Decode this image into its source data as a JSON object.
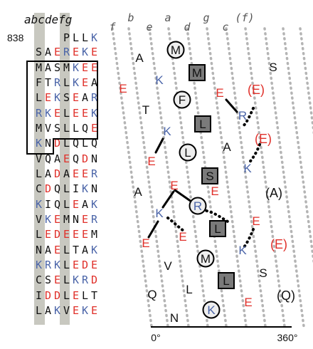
{
  "colors": {
    "red": "#e0302a",
    "blue": "#4a64a8",
    "black": "#111111",
    "band": "#c8c8c0",
    "dots": "#b4b4b4",
    "square_fill": "#7a7a7a",
    "circle_fill": "#eeeeee"
  },
  "sequence": {
    "heptad_header": "abcdefg",
    "start_number": "838",
    "rows": [
      [
        {
          "t": "P",
          "c": "k"
        },
        {
          "t": "L",
          "c": "k"
        },
        {
          "t": "L",
          "c": "k"
        },
        {
          "t": "K",
          "c": "b"
        }
      ],
      [
        {
          "t": "S",
          "c": "k"
        },
        {
          "t": "A",
          "c": "k"
        },
        {
          "t": "E",
          "c": "r"
        },
        {
          "t": "R",
          "c": "b"
        },
        {
          "t": "E",
          "c": "r"
        },
        {
          "t": "K",
          "c": "b"
        },
        {
          "t": "E",
          "c": "r"
        }
      ],
      [
        {
          "t": "M",
          "c": "k"
        },
        {
          "t": "A",
          "c": "k"
        },
        {
          "t": "S",
          "c": "k"
        },
        {
          "t": "M",
          "c": "k"
        },
        {
          "t": "K",
          "c": "b"
        },
        {
          "t": "E",
          "c": "r"
        },
        {
          "t": "E",
          "c": "r"
        }
      ],
      [
        {
          "t": "F",
          "c": "k"
        },
        {
          "t": "T",
          "c": "k"
        },
        {
          "t": "R",
          "c": "b"
        },
        {
          "t": "L",
          "c": "k"
        },
        {
          "t": "K",
          "c": "b"
        },
        {
          "t": "E",
          "c": "r"
        },
        {
          "t": "A",
          "c": "k"
        }
      ],
      [
        {
          "t": "L",
          "c": "k"
        },
        {
          "t": "E",
          "c": "r"
        },
        {
          "t": "K",
          "c": "b"
        },
        {
          "t": "S",
          "c": "k"
        },
        {
          "t": "E",
          "c": "r"
        },
        {
          "t": "A",
          "c": "k"
        },
        {
          "t": "R",
          "c": "b"
        }
      ],
      [
        {
          "t": "R",
          "c": "b"
        },
        {
          "t": "K",
          "c": "b"
        },
        {
          "t": "E",
          "c": "r"
        },
        {
          "t": "L",
          "c": "k"
        },
        {
          "t": "E",
          "c": "r"
        },
        {
          "t": "E",
          "c": "r"
        },
        {
          "t": "K",
          "c": "b"
        }
      ],
      [
        {
          "t": "M",
          "c": "k"
        },
        {
          "t": "V",
          "c": "k"
        },
        {
          "t": "S",
          "c": "k"
        },
        {
          "t": "L",
          "c": "k"
        },
        {
          "t": "L",
          "c": "k"
        },
        {
          "t": "Q",
          "c": "k"
        },
        {
          "t": "E",
          "c": "r"
        }
      ],
      [
        {
          "t": "K",
          "c": "b"
        },
        {
          "t": "N",
          "c": "k"
        },
        {
          "t": "D",
          "c": "r"
        },
        {
          "t": "L",
          "c": "k"
        },
        {
          "t": "Q",
          "c": "k"
        },
        {
          "t": "L",
          "c": "k"
        },
        {
          "t": "Q",
          "c": "k"
        }
      ],
      [
        {
          "t": "V",
          "c": "k"
        },
        {
          "t": "Q",
          "c": "k"
        },
        {
          "t": "A",
          "c": "k"
        },
        {
          "t": "E",
          "c": "r"
        },
        {
          "t": "Q",
          "c": "k"
        },
        {
          "t": "D",
          "c": "r"
        },
        {
          "t": "N",
          "c": "k"
        }
      ],
      [
        {
          "t": "L",
          "c": "k"
        },
        {
          "t": "A",
          "c": "k"
        },
        {
          "t": "D",
          "c": "r"
        },
        {
          "t": "A",
          "c": "k"
        },
        {
          "t": "E",
          "c": "r"
        },
        {
          "t": "E",
          "c": "r"
        },
        {
          "t": "R",
          "c": "b"
        }
      ],
      [
        {
          "t": "C",
          "c": "k"
        },
        {
          "t": "D",
          "c": "r"
        },
        {
          "t": "Q",
          "c": "k"
        },
        {
          "t": "L",
          "c": "k"
        },
        {
          "t": "I",
          "c": "k"
        },
        {
          "t": "K",
          "c": "b"
        },
        {
          "t": "N",
          "c": "k"
        }
      ],
      [
        {
          "t": "K",
          "c": "b"
        },
        {
          "t": "I",
          "c": "k"
        },
        {
          "t": "Q",
          "c": "k"
        },
        {
          "t": "L",
          "c": "k"
        },
        {
          "t": "E",
          "c": "r"
        },
        {
          "t": "A",
          "c": "k"
        },
        {
          "t": "K",
          "c": "b"
        }
      ],
      [
        {
          "t": "V",
          "c": "k"
        },
        {
          "t": "K",
          "c": "b"
        },
        {
          "t": "E",
          "c": "r"
        },
        {
          "t": "M",
          "c": "k"
        },
        {
          "t": "N",
          "c": "k"
        },
        {
          "t": "E",
          "c": "r"
        },
        {
          "t": "R",
          "c": "b"
        }
      ],
      [
        {
          "t": "L",
          "c": "k"
        },
        {
          "t": "E",
          "c": "r"
        },
        {
          "t": "D",
          "c": "r"
        },
        {
          "t": "E",
          "c": "r"
        },
        {
          "t": "E",
          "c": "r"
        },
        {
          "t": "E",
          "c": "r"
        },
        {
          "t": "M",
          "c": "k"
        }
      ],
      [
        {
          "t": "N",
          "c": "k"
        },
        {
          "t": "A",
          "c": "k"
        },
        {
          "t": "E",
          "c": "r"
        },
        {
          "t": "L",
          "c": "k"
        },
        {
          "t": "T",
          "c": "k"
        },
        {
          "t": "A",
          "c": "k"
        },
        {
          "t": "K",
          "c": "b"
        }
      ],
      [
        {
          "t": "K",
          "c": "b"
        },
        {
          "t": "R",
          "c": "b"
        },
        {
          "t": "K",
          "c": "b"
        },
        {
          "t": "L",
          "c": "k"
        },
        {
          "t": "E",
          "c": "r"
        },
        {
          "t": "D",
          "c": "r"
        },
        {
          "t": "E",
          "c": "r"
        }
      ],
      [
        {
          "t": "C",
          "c": "k"
        },
        {
          "t": "S",
          "c": "k"
        },
        {
          "t": "E",
          "c": "r"
        },
        {
          "t": "L",
          "c": "k"
        },
        {
          "t": "K",
          "c": "b"
        },
        {
          "t": "R",
          "c": "b"
        },
        {
          "t": "D",
          "c": "r"
        }
      ],
      [
        {
          "t": "I",
          "c": "k"
        },
        {
          "t": "D",
          "c": "r"
        },
        {
          "t": "D",
          "c": "r"
        },
        {
          "t": "L",
          "c": "k"
        },
        {
          "t": "E",
          "c": "r"
        },
        {
          "t": "L",
          "c": "k"
        },
        {
          "t": "T",
          "c": "k"
        }
      ],
      [
        {
          "t": "L",
          "c": "k"
        },
        {
          "t": "A",
          "c": "k"
        },
        {
          "t": "K",
          "c": "b"
        },
        {
          "t": "V",
          "c": "k"
        },
        {
          "t": "E",
          "c": "r"
        },
        {
          "t": "K",
          "c": "b"
        },
        {
          "t": "E",
          "c": "r"
        }
      ]
    ]
  },
  "net": {
    "positions": [
      "f",
      "b",
      "e",
      "a",
      "d",
      "g",
      "c",
      "(f)"
    ],
    "axis_start": "0°",
    "axis_end": "360°",
    "residues": [
      {
        "t": "A",
        "c": "k",
        "s": "plain"
      },
      {
        "t": "M",
        "c": "k",
        "s": "circle"
      },
      {
        "t": "S",
        "c": "k",
        "s": "plain"
      },
      {
        "t": "K",
        "c": "b",
        "s": "plain"
      },
      {
        "t": "M",
        "c": "k",
        "s": "square"
      },
      {
        "t": "E",
        "c": "r",
        "s": "plain"
      },
      {
        "t": "F",
        "c": "k",
        "s": "circle"
      },
      {
        "t": "E",
        "c": "r",
        "s": "plain"
      },
      {
        "t": "(E)",
        "c": "r",
        "s": "plain"
      },
      {
        "t": "T",
        "c": "k",
        "s": "plain"
      },
      {
        "t": "R",
        "c": "b",
        "s": "plain"
      },
      {
        "t": "L",
        "c": "k",
        "s": "square"
      },
      {
        "t": "K",
        "c": "b",
        "s": "plain"
      },
      {
        "t": "(E)",
        "c": "r",
        "s": "plain"
      },
      {
        "t": "E",
        "c": "r",
        "s": "plain"
      },
      {
        "t": "L",
        "c": "k",
        "s": "circle"
      },
      {
        "t": "A",
        "c": "k",
        "s": "plain"
      },
      {
        "t": "E",
        "c": "r",
        "s": "plain"
      },
      {
        "t": "K",
        "c": "b",
        "s": "plain"
      },
      {
        "t": "S",
        "c": "k",
        "s": "square"
      },
      {
        "t": "E",
        "c": "r",
        "s": "plain"
      },
      {
        "t": "A",
        "c": "k",
        "s": "plain"
      },
      {
        "t": "(A)",
        "c": "k",
        "s": "plain"
      },
      {
        "t": "R",
        "c": "b",
        "s": "circle"
      },
      {
        "t": "K",
        "c": "b",
        "s": "plain"
      },
      {
        "t": "L",
        "c": "k",
        "s": "square"
      },
      {
        "t": "E",
        "c": "r",
        "s": "plain"
      },
      {
        "t": "E",
        "c": "r",
        "s": "plain"
      },
      {
        "t": "E",
        "c": "r",
        "s": "plain"
      },
      {
        "t": "K",
        "c": "b",
        "s": "plain"
      },
      {
        "t": "(E)",
        "c": "r",
        "s": "plain"
      },
      {
        "t": "V",
        "c": "k",
        "s": "plain"
      },
      {
        "t": "M",
        "c": "k",
        "s": "circle"
      },
      {
        "t": "S",
        "c": "k",
        "s": "plain"
      },
      {
        "t": "L",
        "c": "k",
        "s": "plain"
      },
      {
        "t": "L",
        "c": "k",
        "s": "square"
      },
      {
        "t": "Q",
        "c": "k",
        "s": "plain"
      },
      {
        "t": "E",
        "c": "r",
        "s": "plain"
      },
      {
        "t": "(Q)",
        "c": "k",
        "s": "plain"
      },
      {
        "t": "K",
        "c": "b",
        "s": "circle"
      },
      {
        "t": "N",
        "c": "k",
        "s": "plain"
      }
    ]
  }
}
